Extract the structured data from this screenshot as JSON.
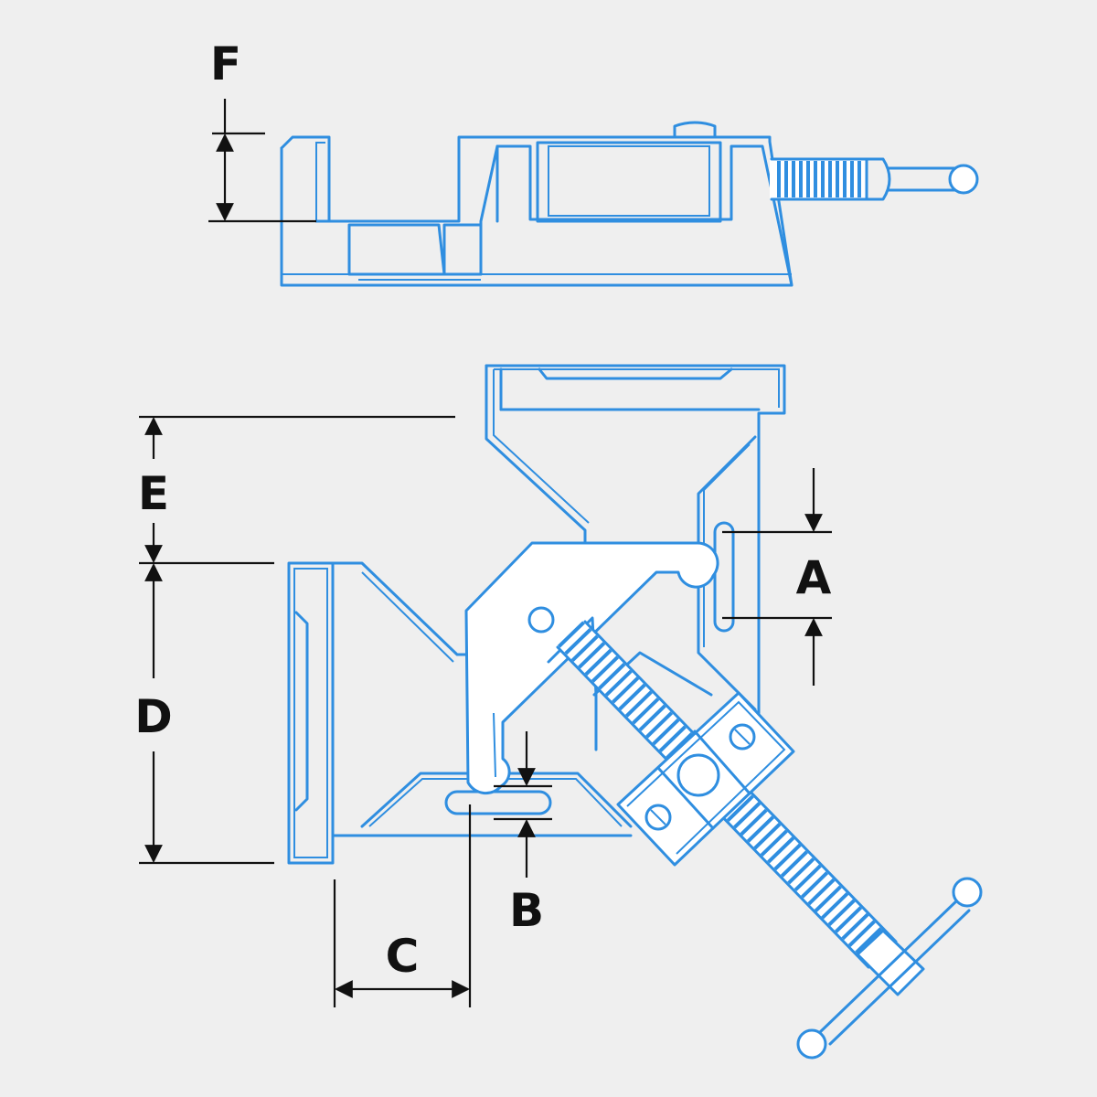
{
  "diagram": {
    "colors": {
      "background": "#efefef",
      "outline": "#2f8ee0",
      "dimension": "#111111"
    },
    "dimensions": [
      {
        "key": "A",
        "label": "A"
      },
      {
        "key": "B",
        "label": "B"
      },
      {
        "key": "C",
        "label": "C"
      },
      {
        "key": "D",
        "label": "D"
      },
      {
        "key": "E",
        "label": "E"
      },
      {
        "key": "F",
        "label": "F"
      }
    ]
  }
}
